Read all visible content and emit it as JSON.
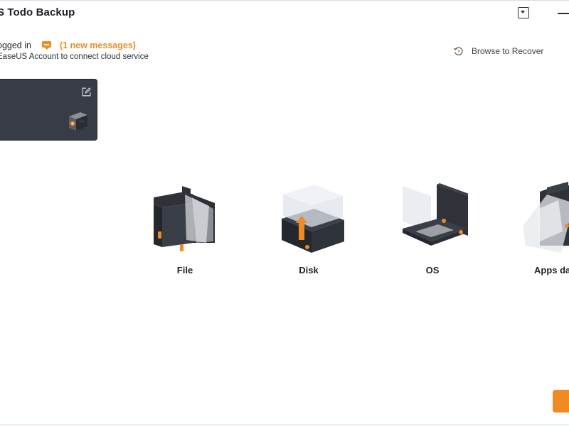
{
  "window": {
    "title": "S Todo Backup"
  },
  "account": {
    "status_prefix": "ogged in",
    "new_messages": "(1 new messages)",
    "sub_text": "EaseUS Account to connect cloud service"
  },
  "header": {
    "browse_recover": "Browse to Recover"
  },
  "colors": {
    "accent": "#f08a24",
    "card_bg": "#383c45",
    "text": "#1f2329"
  },
  "icons": {
    "dropdown": "dropdown-menu-icon",
    "minimize": "minimize-icon",
    "message": "message-icon",
    "recover": "recover-clock-icon",
    "edit": "edit-icon",
    "card_device": "backup-device-icon"
  },
  "tiles": [
    {
      "label": "File",
      "icon": "file-backup-icon"
    },
    {
      "label": "Disk",
      "icon": "disk-backup-icon"
    },
    {
      "label": "OS",
      "icon": "os-backup-icon"
    },
    {
      "label": "Apps da",
      "icon": "apps-data-backup-icon"
    }
  ]
}
